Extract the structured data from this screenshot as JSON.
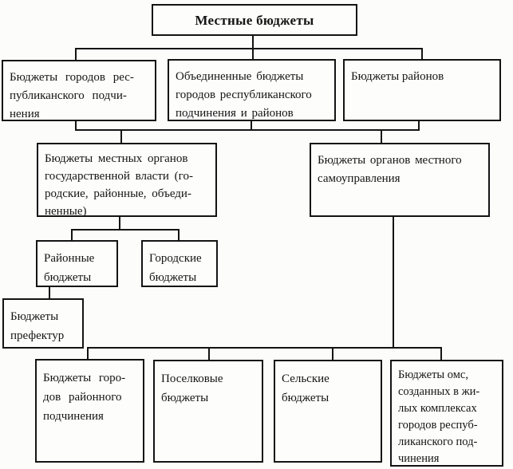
{
  "meta": {
    "description": "Схема: структура местных бюджетов",
    "border_color": "#141414",
    "background_color": "#fcfcfb",
    "text_color": "#141414"
  },
  "nodes": {
    "root": {
      "label": "Местные бюджеты"
    },
    "city_republican": {
      "label": "Бюджеты городов рес-\nпубликанского подчи-\nнения"
    },
    "joint_city_district": {
      "label": "Объединенные бюджеты\nгородов республиканского\nподчинения и районов"
    },
    "districts": {
      "label": "Бюджеты районов"
    },
    "local_state_authorities": {
      "label": "Бюджеты местных органов\nгосударственной власти (го-\nродские, районные, объеди-\nненные)"
    },
    "local_self_government": {
      "label": "Бюджеты органов местного\nсамоуправления"
    },
    "district_budgets": {
      "label": "Районные\nбюджеты"
    },
    "city_budgets": {
      "label": "Городские\nбюджеты"
    },
    "prefecture_budgets": {
      "label": "Бюджеты\nпрефектур"
    },
    "city_district_subordination": {
      "label": "Бюджеты горо-\nдов районного\nподчинения"
    },
    "settlement_budgets": {
      "label": "Поселковые\nбюджеты"
    },
    "rural_budgets": {
      "label": "Сельские\nбюджеты"
    },
    "oms_budgets": {
      "label": "Бюджеты омс,\nсозданных в жи-\nлых комплексах\nгородов респуб-\nликанского под-\nчинения"
    }
  }
}
